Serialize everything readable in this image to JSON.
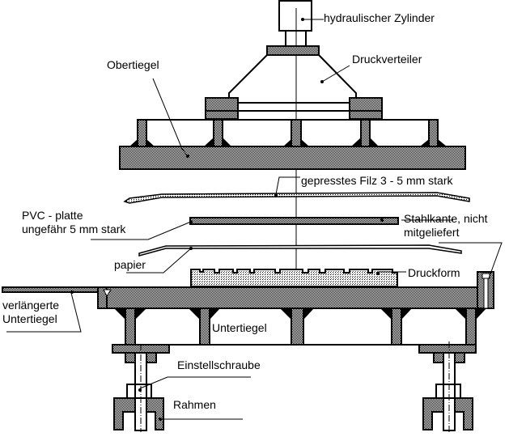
{
  "diagram": {
    "title": "Press cross-section",
    "labels": {
      "cylinder": "hydraulischer Zylinder",
      "distributor": "Druckverteiler",
      "upper_platen": "Obertiegel",
      "felt": "gepresstes Filz 3 - 5 mm stark",
      "pvc_line1": "PVC - platte",
      "pvc_line2": "ungefähr 5 mm stark",
      "steel_edge_line1": "Stahlkante, nicht",
      "steel_edge_line2": "mitgeliefert",
      "paper": "papier",
      "printing_form": "Druckform",
      "extended_lower_line1": "verlängerte",
      "extended_lower_line2": "Untertiegel",
      "lower_platen": "Untertiegel",
      "adjusting_screw": "Einstellschraube",
      "frame": "Rahmen"
    },
    "colors": {
      "line": "#000000",
      "hatch_dark": "#000000",
      "background": "#ffffff"
    }
  }
}
